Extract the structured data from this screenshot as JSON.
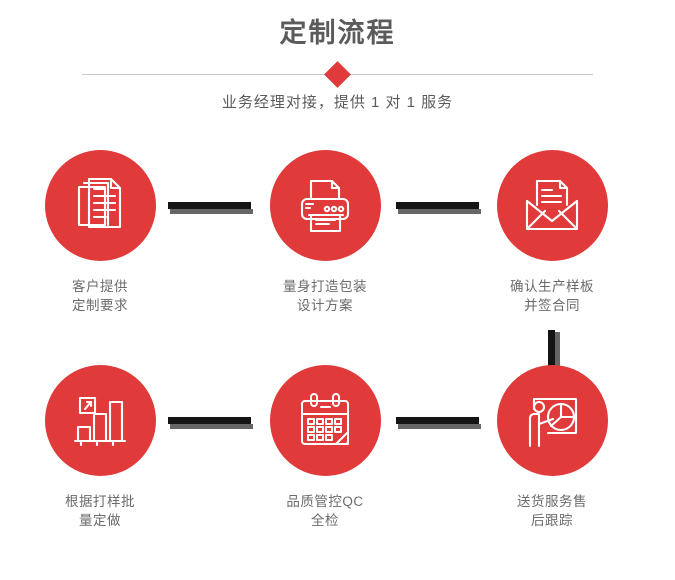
{
  "header": {
    "title": "定制流程",
    "subtitle": "业务经理对接，提供 1 对 1 服务",
    "diamond_color": "#e03a3a",
    "divider_color": "#c9c9c9",
    "title_color": "#5b5b5b"
  },
  "theme": {
    "accent": "#e03a3a",
    "connector": "#141414",
    "connector_shadow": "#666666",
    "label_color": "#6b6b6b",
    "background": "#ffffff"
  },
  "steps": [
    {
      "index": 1,
      "icon": "documents-stack-icon",
      "line1": "客户提供",
      "line2": "定制要求"
    },
    {
      "index": 2,
      "icon": "printer-icon",
      "line1": "量身打造包装",
      "line2": "设计方案"
    },
    {
      "index": 3,
      "icon": "envelope-document-icon",
      "line1": "确认生产样板",
      "line2": "并签合同"
    },
    {
      "index": 4,
      "icon": "bar-chart-growth-icon",
      "line1": "根据打样批",
      "line2": "量定做"
    },
    {
      "index": 5,
      "icon": "calendar-icon",
      "line1": "品质管控QC",
      "line2": "全检"
    },
    {
      "index": 6,
      "icon": "presenter-pie-chart-icon",
      "line1": "送货服务售",
      "line2": "后跟踪"
    }
  ]
}
